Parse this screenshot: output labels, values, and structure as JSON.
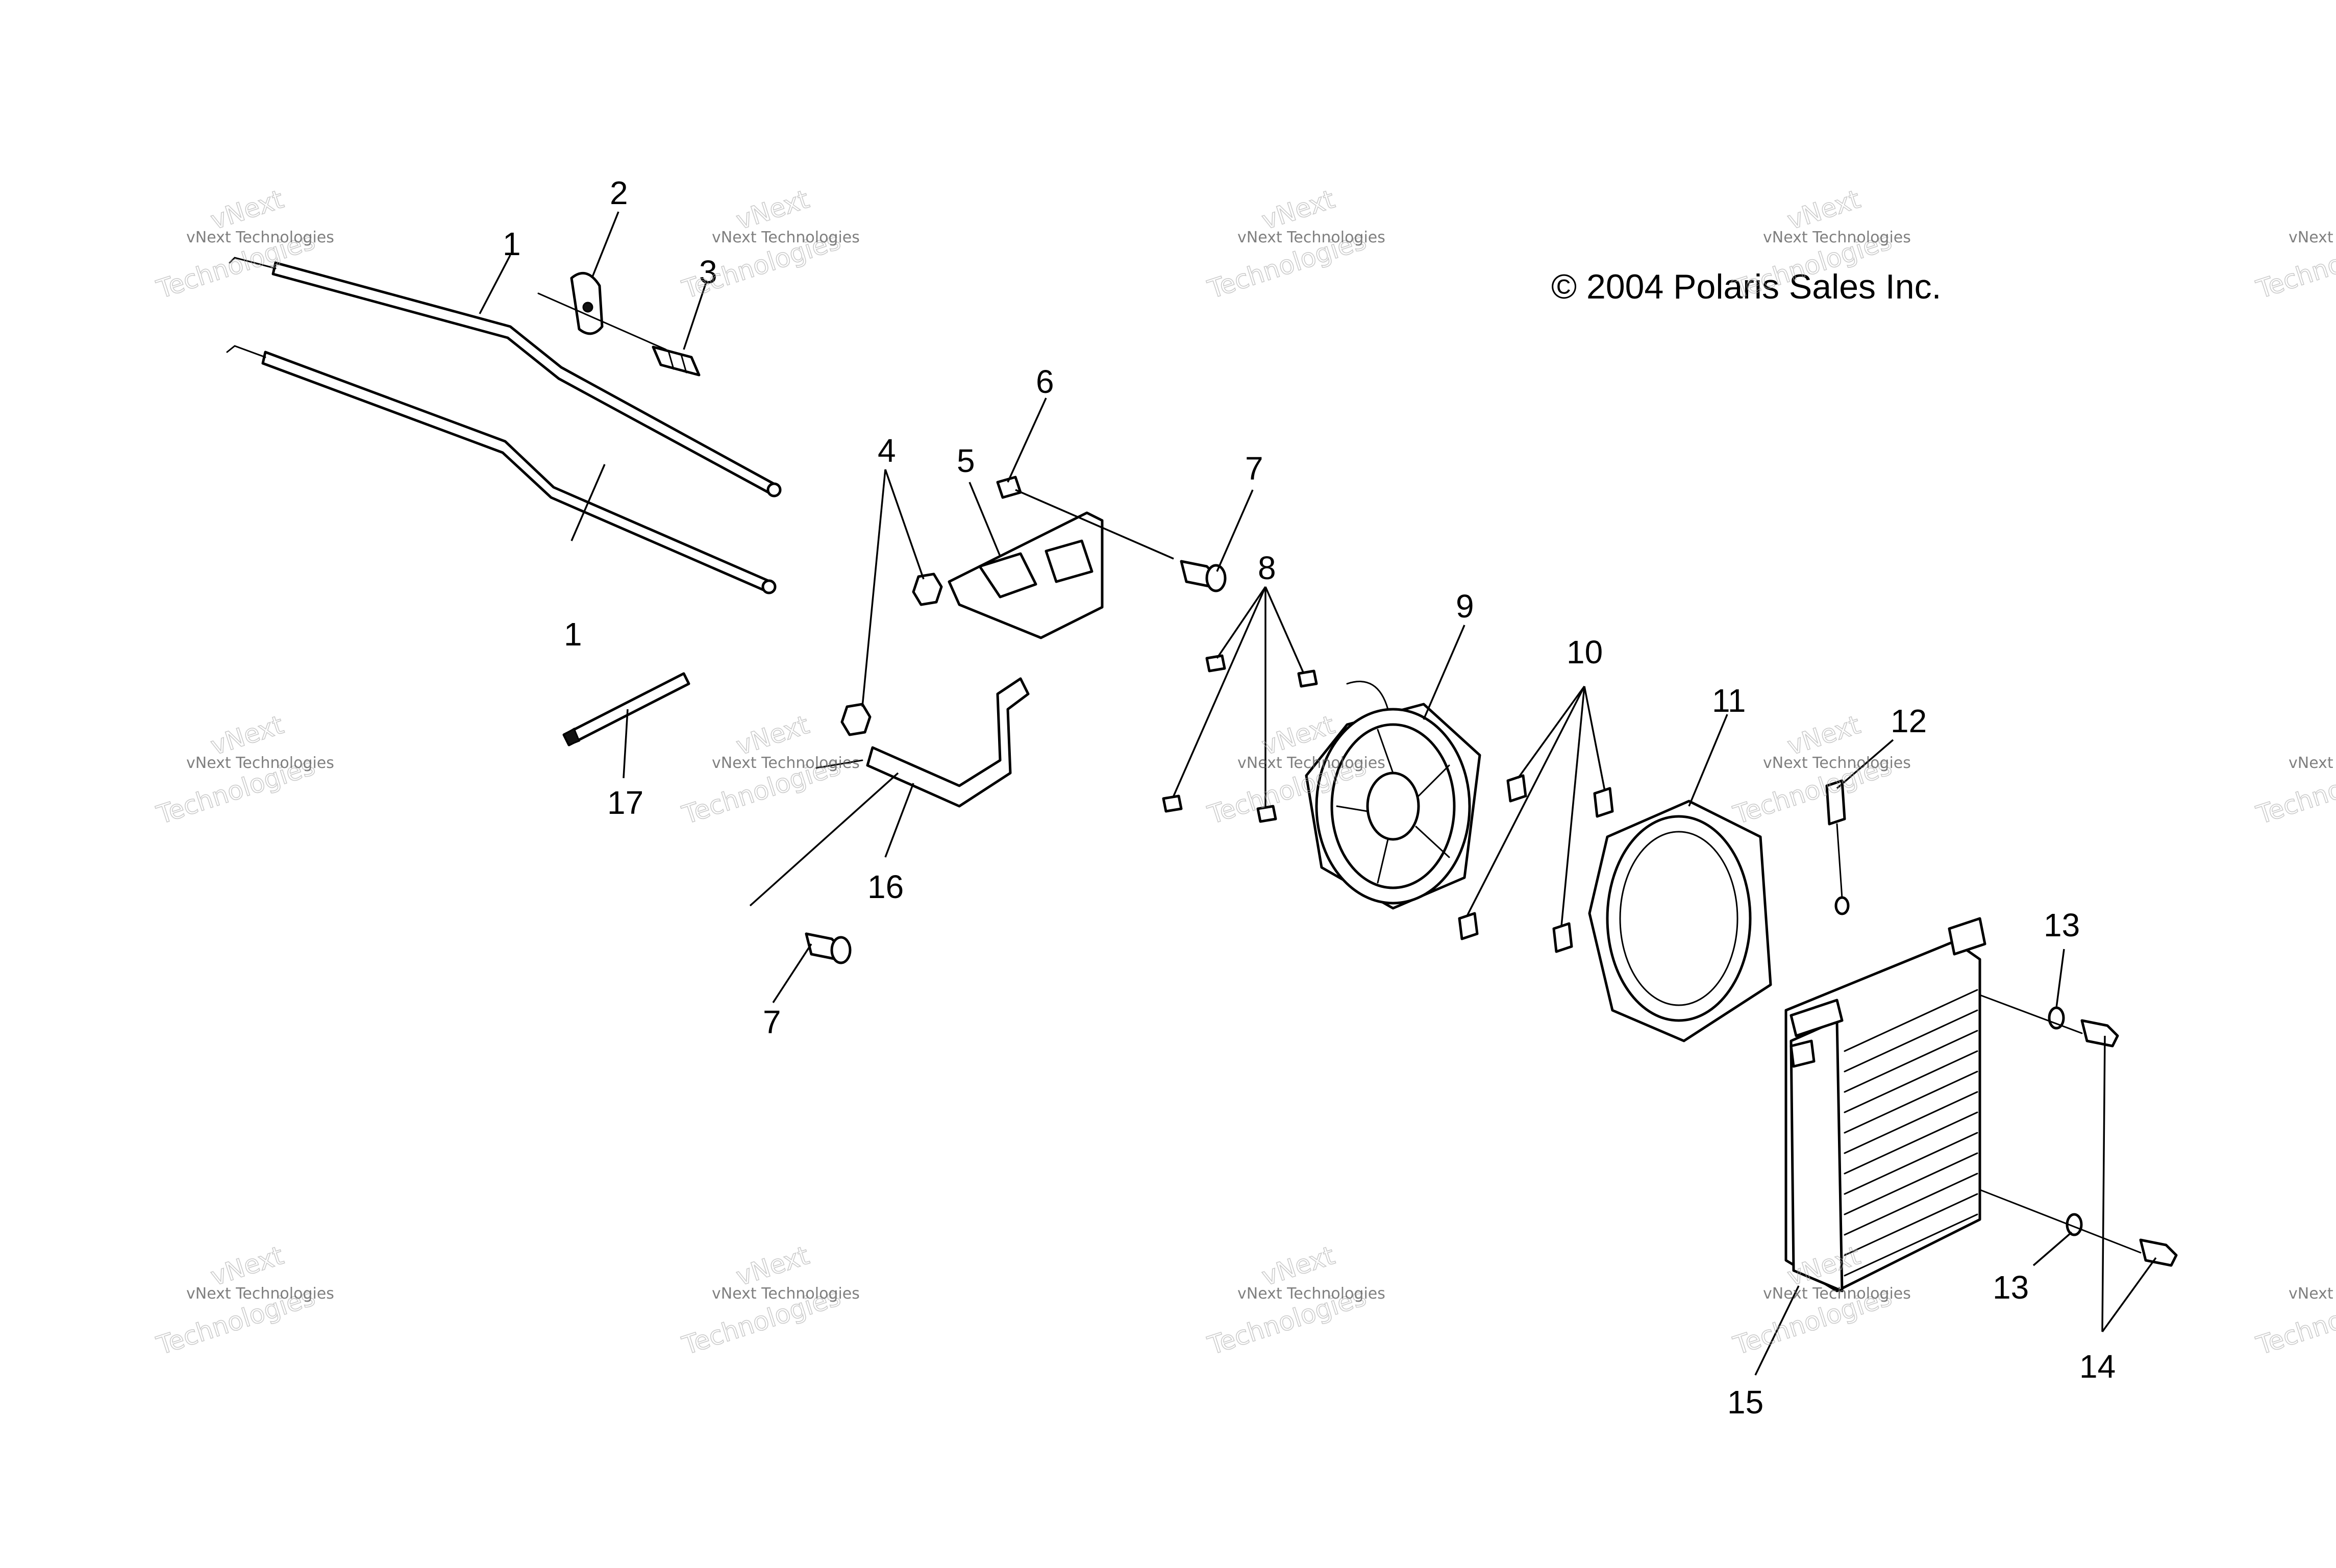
{
  "copyright": "© 2004 Polaris Sales Inc.",
  "watermark": {
    "line1": "vNext Technologies",
    "line2": "vNext",
    "line3": "Technologies"
  },
  "callouts": [
    "1",
    "1",
    "2",
    "3",
    "4",
    "5",
    "6",
    "7",
    "7",
    "8",
    "9",
    "10",
    "11",
    "12",
    "13",
    "13",
    "14",
    "15",
    "16",
    "17"
  ]
}
